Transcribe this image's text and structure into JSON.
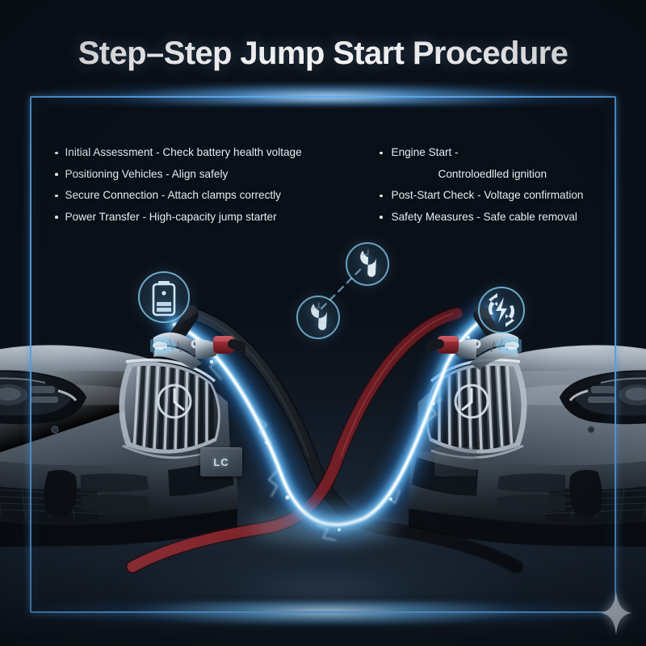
{
  "title": "Step–Step Jump Start Procedure",
  "colors": {
    "frame_neon": "#60aaf0",
    "glow_white": "#cdebff",
    "background_dark": "#0a111c",
    "background_mid": "#33424f",
    "text": "#e9eef4",
    "cable_red": "#8f2a33",
    "cable_black": "#15181c",
    "electric_blue": "#7fd4ff",
    "icon_cyan": "#9fd8f5"
  },
  "left_column": {
    "items": [
      {
        "text": "Initial Assessment - Check battery health",
        "second_line": "voltage",
        "indent": false
      },
      {
        "text": "Positioning Vehicles - Align safely",
        "second_line": "",
        "indent": false
      },
      {
        "text": "Secure Connection - Attach clamps correctly",
        "second_line": "",
        "indent": false
      },
      {
        "text": "Power Transfer - High-capacity jump starter",
        "second_line": "",
        "indent": false
      }
    ]
  },
  "right_column": {
    "items": [
      {
        "text": "Engine Start -",
        "second_line": "Controloedlled ignition",
        "indent": true
      },
      {
        "text": "Post-Start Check - Voltage confirmation",
        "second_line": "",
        "indent": false
      },
      {
        "text": "Safety Measures - Safe cable",
        "second_line": "removal",
        "indent": false
      }
    ]
  },
  "scene": {
    "license_plate_left": "LC",
    "license_plate_right": "",
    "icons": [
      {
        "name": "battery-icon",
        "label": "battery"
      },
      {
        "name": "wrench-icon",
        "label": "wrench"
      },
      {
        "name": "wrench-icon",
        "label": "wrench"
      },
      {
        "name": "power-cycle-icon",
        "label": "power cycle"
      }
    ],
    "sparkle": "four-point-star"
  }
}
